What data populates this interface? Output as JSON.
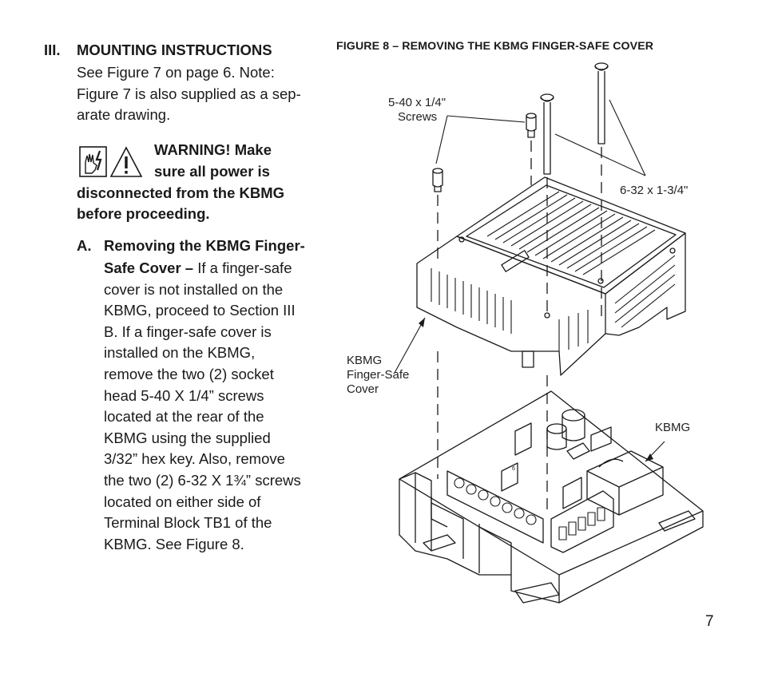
{
  "section": {
    "number": "III.",
    "title": "MOUNTING INSTRUCTIONS",
    "intro_lines": [
      "See Figure 7 on page 6.  Note:",
      "Figure 7 is also supplied as a sep-",
      "arate drawing."
    ]
  },
  "warning": {
    "icons": [
      "hand-shock-icon",
      "caution-triangle-icon"
    ],
    "lines": [
      "WARNING!  Make",
      "sure all power is",
      "disconnected from the KBMG",
      "before proceeding."
    ]
  },
  "subsection": {
    "letter": "A.",
    "title_line1": "Removing the KBMG Finger-",
    "title_line2_bold": "Safe Cover –",
    "title_line2_rest": "  If a finger-safe",
    "body_lines": [
      "cover is not installed on the",
      "KBMG, proceed to Section III",
      "B.  If a finger-safe cover is",
      "installed on the KBMG,",
      "remove the two (2) socket",
      "head 5-40 X 1/4” screws",
      "located at the rear of the",
      "KBMG using the supplied",
      "3/32” hex key.  Also, remove",
      "the two (2) 6-32 X 1¾” screws",
      "located on either side of",
      "Terminal Block TB1 of the",
      "KBMG.  See Figure 8."
    ]
  },
  "figure": {
    "caption": "FIGURE 8 – REMOVING THE KBMG FINGER-SAFE COVER",
    "labels": {
      "screws_small_line1": "5-40 x 1/4\"",
      "screws_small_line2": "Screws",
      "screws_long": "6-32 x 1-3/4\"",
      "cover_line1": "KBMG",
      "cover_line2": "Finger-Safe",
      "cover_line3": "Cover",
      "board": "KBMG"
    },
    "board_mark": "6"
  },
  "page_number": "7"
}
